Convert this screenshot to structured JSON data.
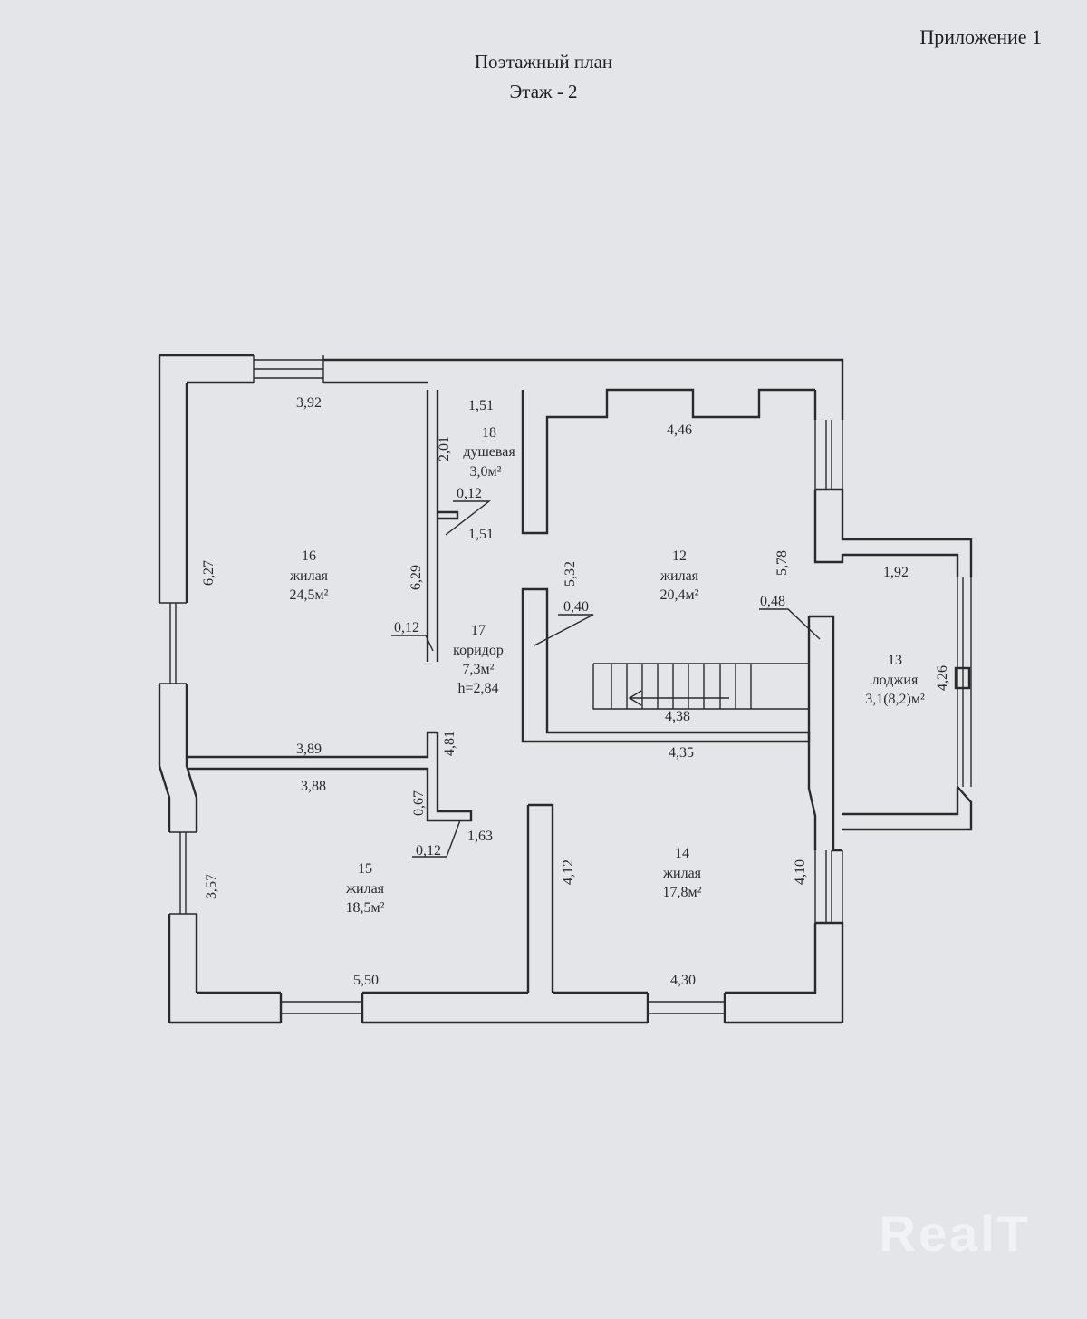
{
  "header": {
    "appendix": "Приложение 1",
    "title": "Поэтажный план",
    "floor": "Этаж - 2"
  },
  "rooms": [
    {
      "id": "12",
      "name": "жилая",
      "area": "20,4м²"
    },
    {
      "id": "13",
      "name": "лоджия",
      "area": "3,1(8,2)м²"
    },
    {
      "id": "14",
      "name": "жилая",
      "area": "17,8м²"
    },
    {
      "id": "15",
      "name": "жилая",
      "area": "18,5м²"
    },
    {
      "id": "16",
      "name": "жилая",
      "area": "24,5м²"
    },
    {
      "id": "17",
      "name": "коридор",
      "area": "7,3м²",
      "height": "h=2,84"
    },
    {
      "id": "18",
      "name": "душевая",
      "area": "3,0м²"
    }
  ],
  "dimensions": {
    "d_3_92": "3,92",
    "d_1_51_top": "1,51",
    "d_2_01": "2,01",
    "d_0_12_a": "0,12",
    "d_1_51_mid": "1,51",
    "d_4_46": "4,46",
    "d_5_78": "5,78",
    "d_1_92": "1,92",
    "d_6_27": "6,27",
    "d_6_29": "6,29",
    "d_5_32": "5,32",
    "d_0_40": "0,40",
    "d_0_48": "0,48",
    "d_0_12_b": "0,12",
    "d_4_26": "4,26",
    "d_4_38": "4,38",
    "d_3_89": "3,89",
    "d_4_81": "4,81",
    "d_4_35": "4,35",
    "d_3_88": "3,88",
    "d_0_67": "0,67",
    "d_1_63": "1,63",
    "d_0_12_c": "0,12",
    "d_4_12": "4,12",
    "d_4_10": "4,10",
    "d_3_57": "3,57",
    "d_5_50": "5,50",
    "d_4_30": "4,30"
  },
  "watermark": "RealT"
}
